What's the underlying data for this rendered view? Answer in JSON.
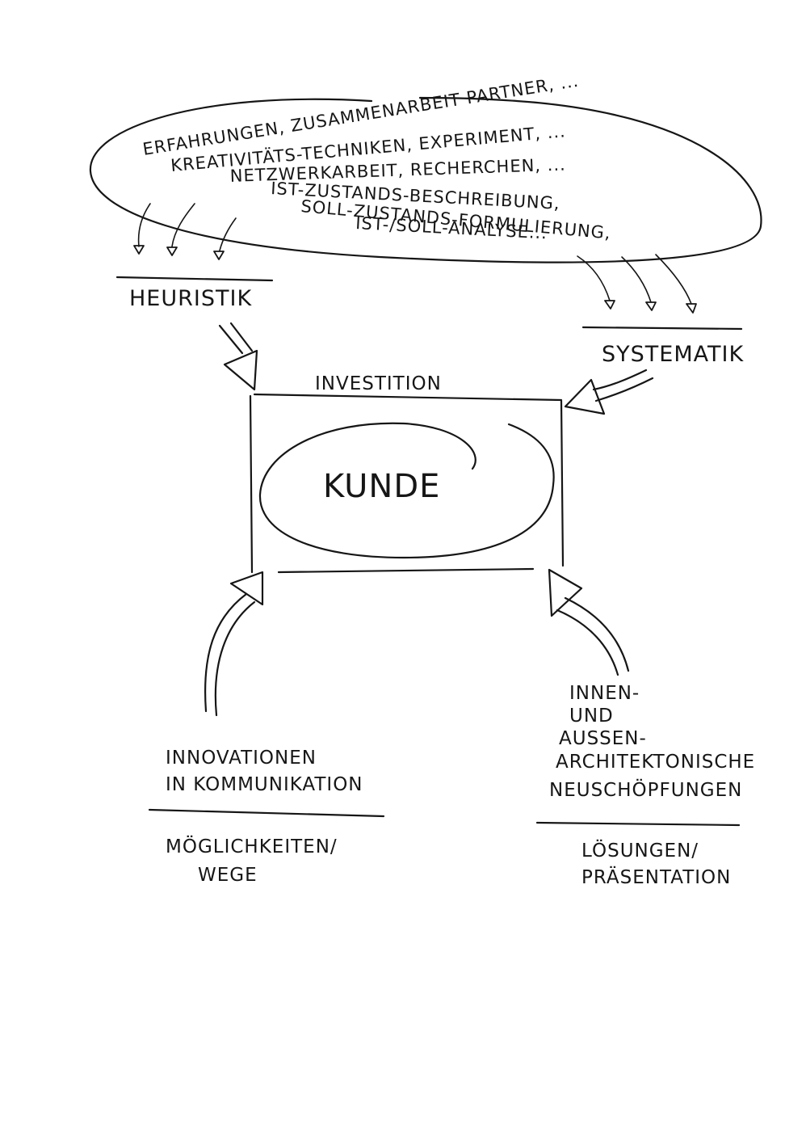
{
  "cloud": {
    "lines": [
      "ERFAHRUNGEN, ZUSAMMENARBEIT PARTNER, ...",
      "KREATIVITÄTS-TECHNIKEN, EXPERIMENT, ...",
      "NETZWERKARBEIT, RECHERCHEN, ...",
      "IST-ZUSTANDS-BESCHREIBUNG,",
      "SOLL-ZUSTANDS-FORMULIERUNG,",
      "IST-/SOLL-ANALYSE..."
    ]
  },
  "heuristik": "HEURISTIK",
  "systematik": "SYSTEMATIK",
  "investition": "INVESTITION",
  "kunde": "KUNDE",
  "left_branch": {
    "lines": [
      "INNOVATIONEN",
      "IN KOMMUNIKATION"
    ],
    "under": [
      "MÖGLICHKEITEN/",
      "WEGE"
    ]
  },
  "right_branch": {
    "lines": [
      "INNEN-",
      "UND",
      "AUSSEN-",
      "ARCHITEKTONISCHE",
      "NEUSCHÖPFUNGEN"
    ],
    "under": [
      "LÖSUNGEN/",
      "PRÄSENTATION"
    ]
  }
}
